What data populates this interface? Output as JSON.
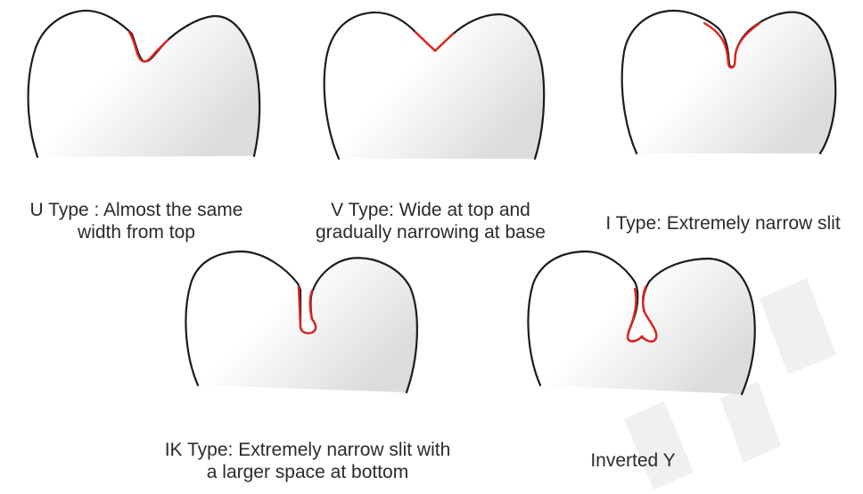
{
  "figure": {
    "fissure_color": "#e0231d",
    "outline_color": "#1c1c1c",
    "panels": [
      {
        "id": "u-type",
        "caption_lines": [
          "U Type : Almost the same",
          "width from top"
        ]
      },
      {
        "id": "v-type",
        "caption_lines": [
          "V Type: Wide at top and",
          "gradually narrowing at base"
        ]
      },
      {
        "id": "i-type",
        "caption_lines": [
          "I Type: Extremely narrow slit"
        ]
      },
      {
        "id": "ik-type",
        "caption_lines": [
          "IK Type: Extremely narrow slit with",
          "a larger space at bottom"
        ]
      },
      {
        "id": "inverted-y",
        "caption_lines": [
          "Inverted Y"
        ]
      }
    ]
  }
}
